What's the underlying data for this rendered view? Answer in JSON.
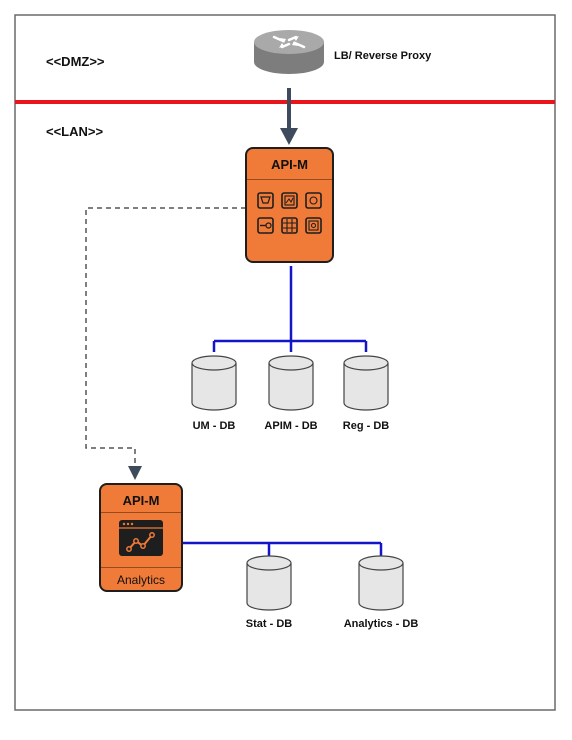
{
  "zones": {
    "dmz": "<<DMZ>>",
    "lan": "<<LAN>>"
  },
  "proxy": {
    "label": "LB/ Reverse Proxy",
    "icon": "router-icon"
  },
  "apim_node": {
    "title": "API-M",
    "icons": [
      "store-icon",
      "publisher-icon",
      "gateway-icon",
      "key-manager-icon",
      "traffic-manager-icon",
      "admin-icon"
    ]
  },
  "analytics_node": {
    "title": "API-M",
    "subtitle": "Analytics",
    "icon": "analytics-dashboard-icon"
  },
  "databases": {
    "um": "UM - DB",
    "apim": "APIM - DB",
    "reg": "Reg - DB",
    "stat": "Stat - DB",
    "analytics": "Analytics - DB"
  },
  "colors": {
    "node_fill": "#f07a37",
    "dmz_line": "#e8151c",
    "db_links": "#1515c8",
    "arrow": "#3d4b5c",
    "frame": "#6a6a6a"
  }
}
